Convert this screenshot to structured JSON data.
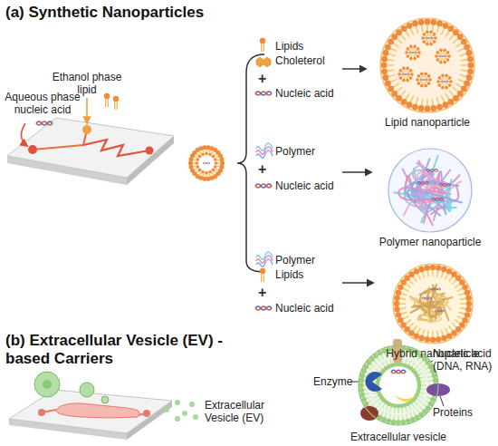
{
  "diagram": {
    "nodes": [
      {
        "text": [
          "Lipid nanoparticle"
        ]
      },
      {
        "text": [
          "Polymer nanoparticle"
        ]
      },
      {
        "text": [
          "Hybrid nanoparticle"
        ]
      },
      {
        "text": [
          "Extracellular vesicle"
        ]
      }
    ],
    "labels": [
      "(a) Synthetic Nanoparticles",
      "Ethanol phase lipid",
      "Aqueous phase nucleic acid",
      "Lipids",
      "Choleterol",
      "+",
      "Nucleic acid",
      "Polymer",
      "+",
      "Nucleic acid",
      "Polymer",
      "Lipids",
      "+",
      "Nucleic acid",
      "(b) Extracellular Vesicle (EV) -based Carriers",
      "Extracellular Vesicle (EV)",
      "Enzyme",
      "Nucleic acid (DNA, RNA)",
      "Proteins"
    ]
  }
}
